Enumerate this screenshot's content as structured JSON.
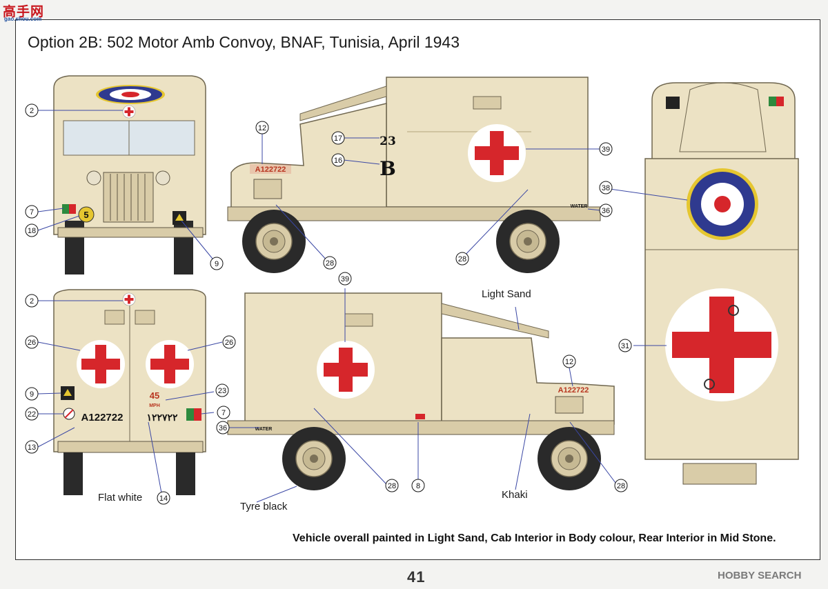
{
  "site_logo": {
    "text": "高手网",
    "sub": "gao.shou.com"
  },
  "title": "Option 2B: 502 Motor Amb Convoy, BNAF, Tunisia, April 1943",
  "labels": {
    "light_sand": "Light Sand",
    "flat_white": "Flat white",
    "tyre_black": "Tyre black",
    "khaki": "Khaki"
  },
  "footer_note": "Vehicle overall painted in  Light Sand, Cab Interior in Body colour, Rear Interior in Mid Stone.",
  "page_number": "41",
  "watermark": "HOBBY SEARCH",
  "decals": {
    "serial": "A122722",
    "serial_arabic": "١٢٢٧٢٢",
    "bridge_class": "5",
    "speed_value": "45",
    "speed_unit": "MPH",
    "tactical_number": "23",
    "tactical_letter": "B",
    "water": "WATER"
  },
  "callouts": [
    "2",
    "7",
    "18",
    "9",
    "12",
    "17",
    "16",
    "39",
    "38",
    "36",
    "28",
    "26",
    "22",
    "13",
    "14",
    "23",
    "8",
    "31"
  ],
  "colors": {
    "body": "#ece2c4",
    "body_shade": "#d9cca8",
    "red_cross": "#d6262b",
    "roundel_blue": "#2f3a8f",
    "roundel_yellow": "#e5c630",
    "tyre": "#2a2a2a"
  }
}
